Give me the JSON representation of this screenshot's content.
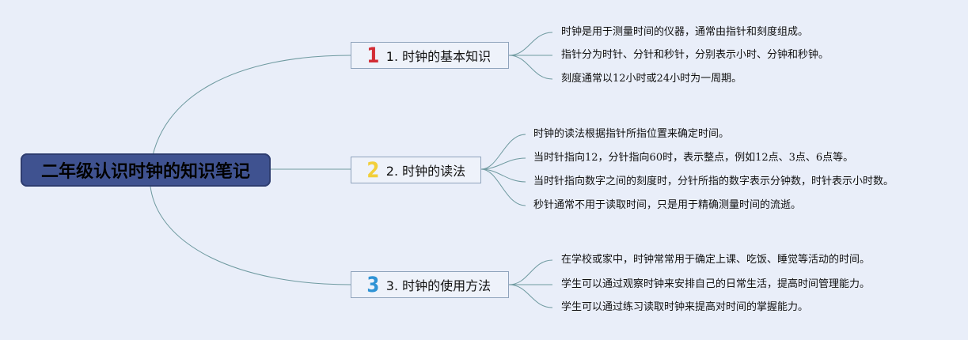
{
  "root": {
    "title": "二年级认识时钟的知识笔记"
  },
  "colors": {
    "background": "#e9eef9",
    "root_fill": "#3f5290",
    "connector": "#6f9aa0",
    "badge_1": "#d32d35",
    "badge_2": "#f2cf3a",
    "badge_3": "#2f93d5"
  },
  "branches": [
    {
      "badge": "1",
      "label": "1. 时钟的基本知识",
      "items": [
        "时钟是用于测量时间的仪器，通常由指针和刻度组成。",
        "指针分为时针、分针和秒针，分别表示小时、分钟和秒钟。",
        "刻度通常以12小时或24小时为一周期。"
      ]
    },
    {
      "badge": "2",
      "label": "2. 时钟的读法",
      "items": [
        "时钟的读法根据指针所指位置来确定时间。",
        "当时针指向12，分针指向60时，表示整点，例如12点、3点、6点等。",
        "当时针指向数字之间的刻度时，分针所指的数字表示分钟数，时针表示小时数。",
        "秒针通常不用于读取时间，只是用于精确测量时间的流逝。"
      ]
    },
    {
      "badge": "3",
      "label": "3. 时钟的使用方法",
      "items": [
        "在学校或家中，时钟常常用于确定上课、吃饭、睡觉等活动的时间。",
        "学生可以通过观察时钟来安排自己的日常生活，提高时间管理能力。",
        "学生可以通过练习读取时钟来提高对时间的掌握能力。"
      ]
    }
  ]
}
